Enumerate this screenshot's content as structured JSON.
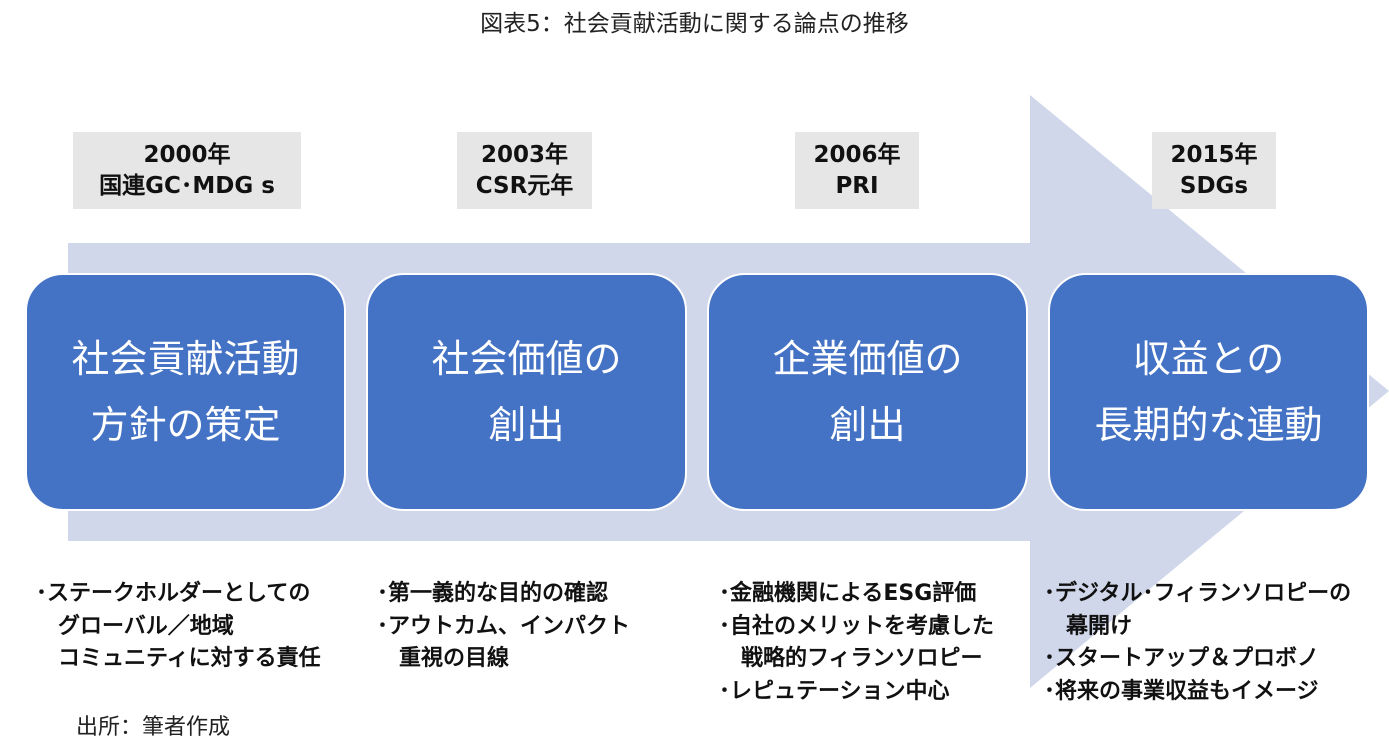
{
  "title": "図表5：社会貢献活動に関する論点の推移",
  "colors": {
    "arrow": "#d0d7ea",
    "box": "#4472c4",
    "year_bg": "#e6e6e6",
    "box_text": "#ffffff"
  },
  "milestones": [
    {
      "year": "2000年",
      "event": "国連GC･MDG s"
    },
    {
      "year": "2003年",
      "event": "CSR元年"
    },
    {
      "year": "2006年",
      "event": "PRI"
    },
    {
      "year": "2015年",
      "event": "SDGs"
    }
  ],
  "phases": [
    {
      "line1": "社会貢献活動",
      "line2": "方針の策定"
    },
    {
      "line1": "社会価値の",
      "line2": "創出"
    },
    {
      "line1": "企業価値の",
      "line2": "創出"
    },
    {
      "line1": "収益との",
      "line2": "長期的な連動"
    }
  ],
  "notes": [
    [
      "･ステークホルダーとしての",
      "　グローバル／地域",
      "　コミュニティに対する責任"
    ],
    [
      "･第一義的な目的の確認",
      "･アウトカム、インパクト",
      "　重視の目線"
    ],
    [
      "･金融機関によるESG評価",
      "･自社のメリットを考慮した",
      "　戦略的フィランソロピー",
      "･レピュテーション中心"
    ],
    [
      "･デジタル･フィランソロピーの",
      "　幕開け",
      "･スタートアップ＆プロボノ",
      "･将来の事業収益もイメージ"
    ]
  ],
  "source": "出所：筆者作成"
}
